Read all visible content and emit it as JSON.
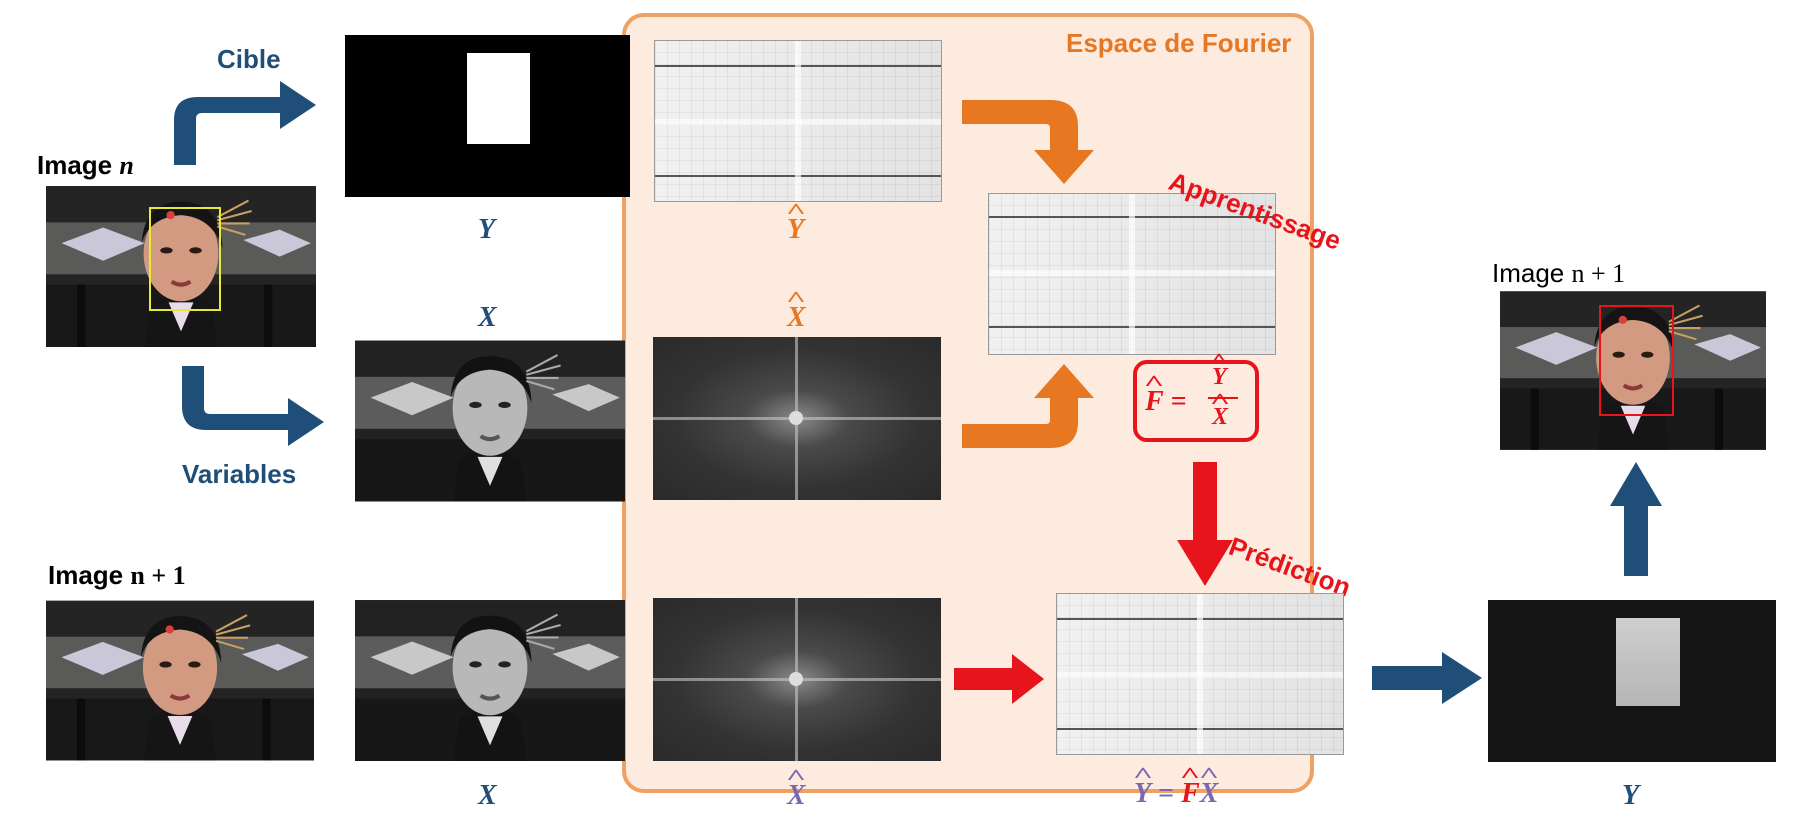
{
  "labels": {
    "cible": "Cible",
    "variables": "Variables",
    "image_n_prefix": "Image ",
    "image_n_var": "n",
    "image_n1_var": "n + 1",
    "fourier_title": "Espace de Fourier",
    "apprentissage": "Apprentissage",
    "prediction": "Prédiction"
  },
  "math": {
    "Y": "Y",
    "X": "X",
    "Y_hat": "Y",
    "X_hat": "X",
    "F_hat": "F",
    "equals": "=",
    "formula_pred_lhs": "Y",
    "formula_pred_F": "F",
    "formula_pred_X": "X"
  },
  "colors": {
    "blue": "#1f4e79",
    "orange": "#e87722",
    "red": "#e8141c",
    "purple": "#7b68b0",
    "panel_bg": "#fdebdf",
    "panel_border": "#f0a060",
    "track_box": "#e8e83a",
    "track_box_pred": "#e8141c"
  }
}
